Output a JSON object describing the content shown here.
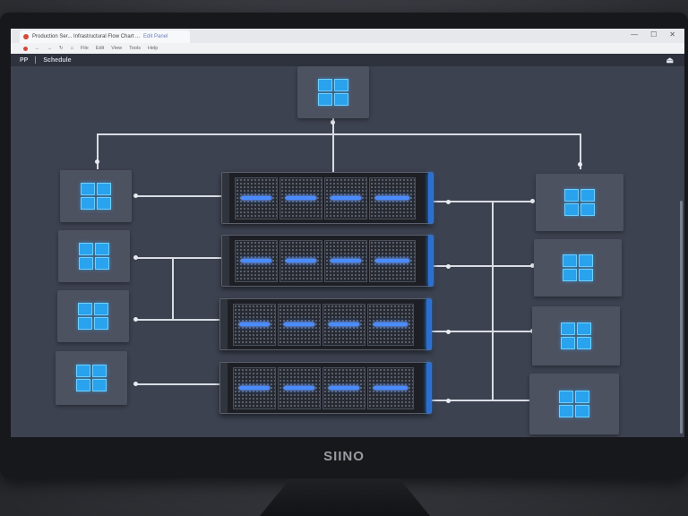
{
  "browser": {
    "tab_title": "Production Ser... Infrastructural Flow Chart ...",
    "tab_extra": "Edit Panel",
    "window_controls": [
      "—",
      "☐",
      "✕"
    ],
    "nav_items": [
      "←",
      "→",
      "↻",
      "⌂",
      "File",
      "Edit",
      "View",
      "Tools",
      "Help"
    ]
  },
  "app": {
    "title": "PP",
    "section": "Schedule",
    "menu_icon": "menu-icon"
  },
  "monitor": {
    "brand": "SIINO"
  },
  "diagram": {
    "top_node_icon": "windows-icon",
    "left_nodes": 4,
    "right_nodes": 4,
    "racks": 4,
    "accent_color": "#2aa3ee",
    "led_color": "#4a8cff"
  }
}
